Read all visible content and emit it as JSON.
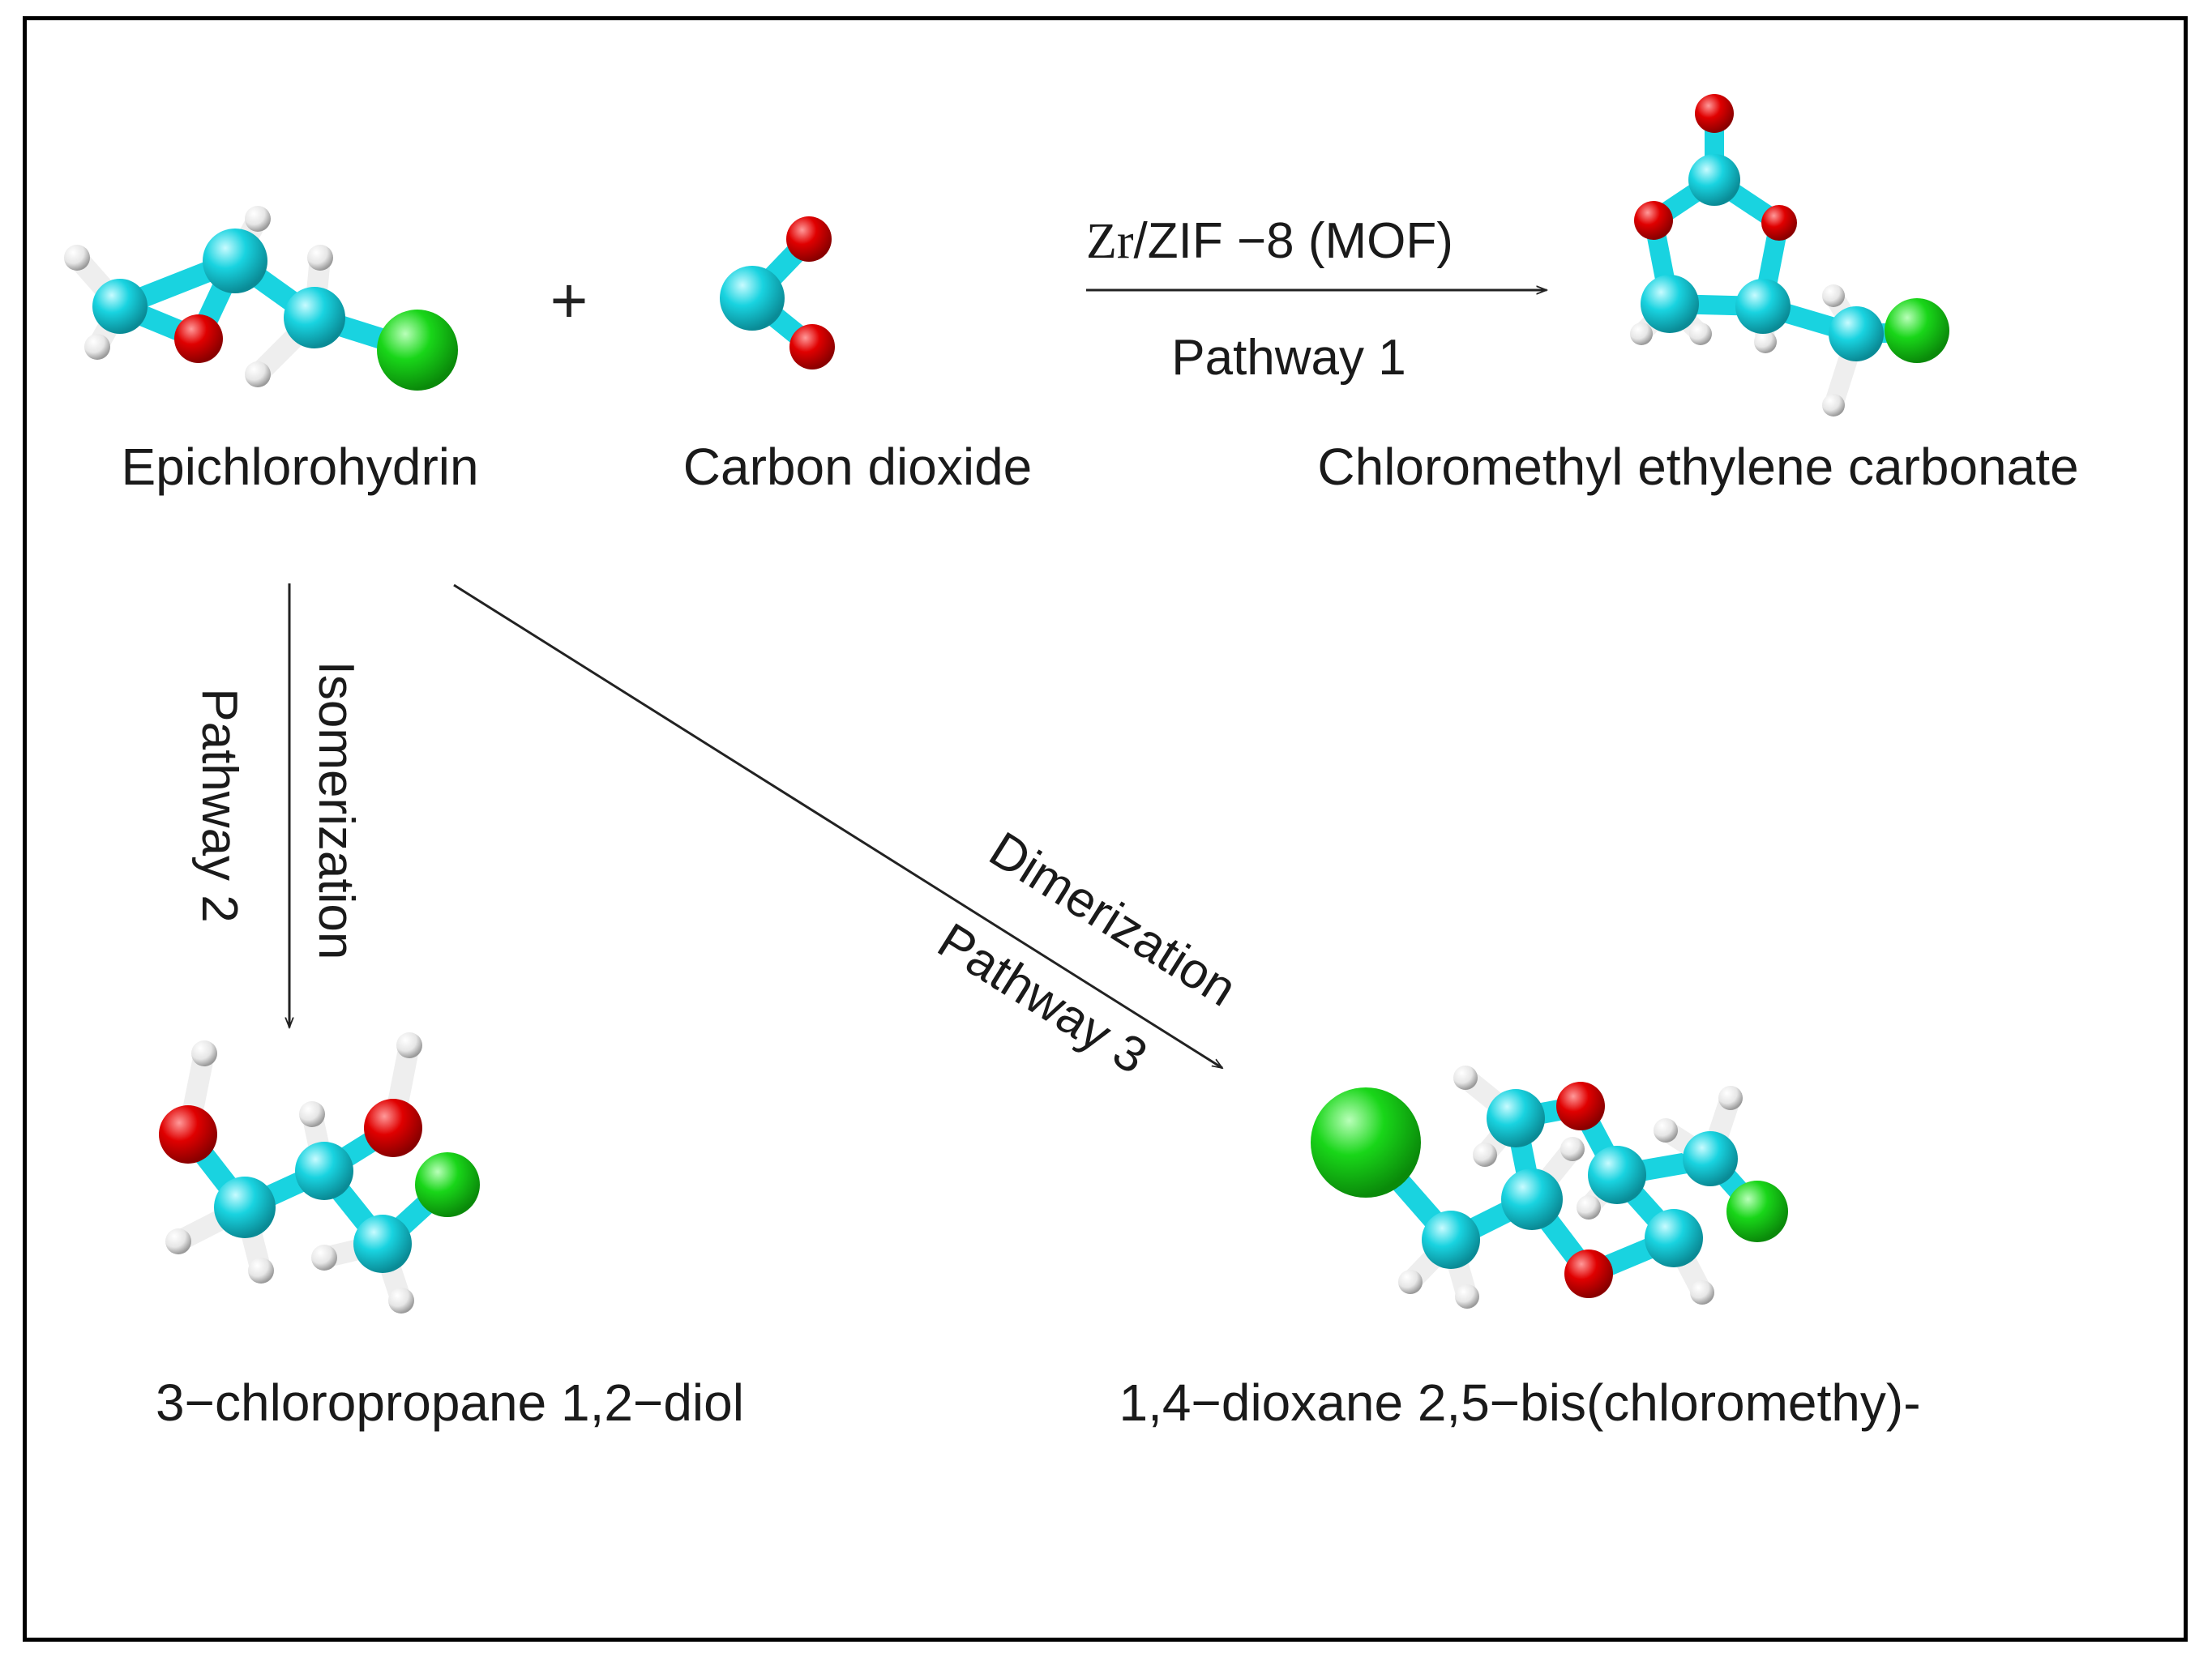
{
  "compounds": {
    "epichlorohydrin": "Epichlorohydrin",
    "carbon_dioxide": "Carbon dioxide",
    "product1": "Chloromethyl ethylene carbonate",
    "product2": "3−chloropropane 1,2−diol",
    "product3": "1,4−dioxane 2,5−bis(chloromethy)-"
  },
  "plus": "+",
  "pathway1": {
    "catalyst_zr": "Zr",
    "catalyst_rest": "/ZIF −8  (MOF)",
    "label": "Pathway 1"
  },
  "pathway2": {
    "label": "Pathway 2",
    "process": "Isomerization"
  },
  "pathway3": {
    "process": "Dimerization",
    "label": "Pathway 3"
  },
  "atom_colors": {
    "carbon": "#19d3e0",
    "oxygen": "#e00000",
    "chlorine": "#19d619",
    "hydrogen": "#ececec"
  }
}
